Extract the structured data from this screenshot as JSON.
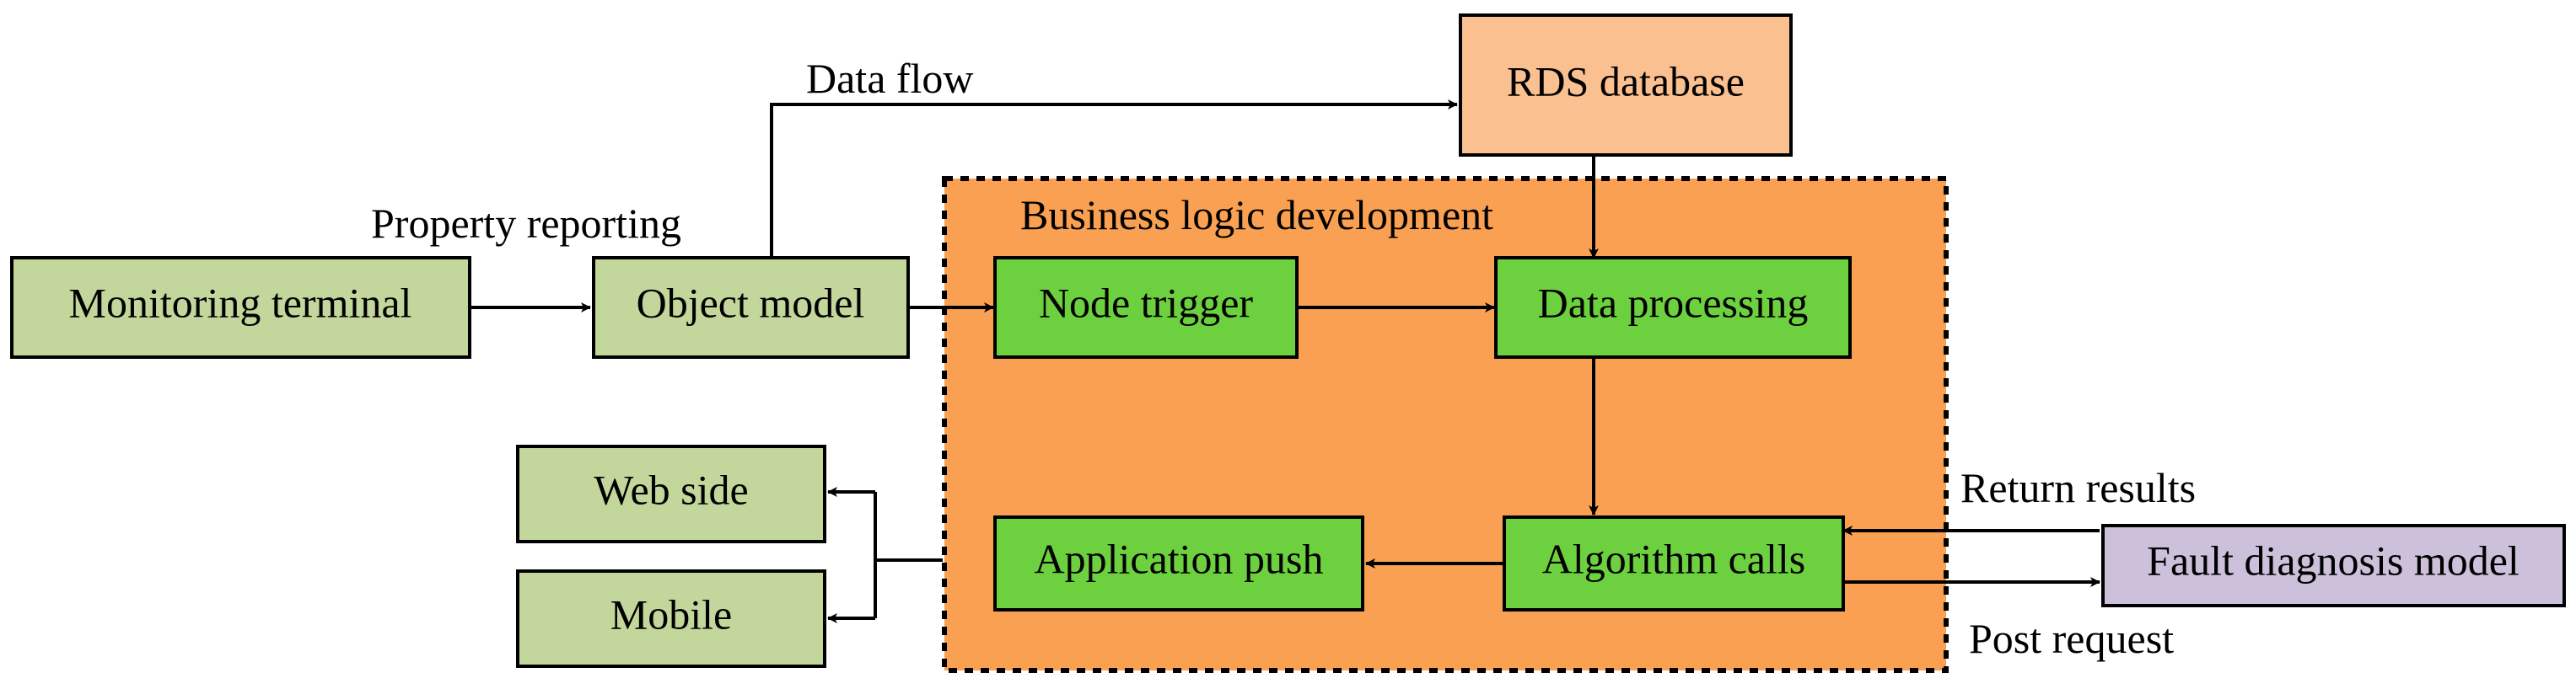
{
  "colors": {
    "terminal_green": "#c3d69b",
    "process_green": "#6dd13f",
    "database_peach": "#fac090",
    "business_orange": "#f9a052",
    "fault_lavender": "#ccc0da",
    "line": "#000000"
  },
  "nodes": {
    "monitoring_terminal": "Monitoring terminal",
    "object_model": "Object model",
    "rds_database": "RDS database",
    "node_trigger": "Node trigger",
    "data_processing": "Data processing",
    "algorithm_calls": "Algorithm calls",
    "application_push": "Application push",
    "web_side": "Web side",
    "mobile": "Mobile",
    "fault_diagnosis_model": "Fault diagnosis model"
  },
  "group": {
    "business_logic": "Business logic development"
  },
  "edges": {
    "property_reporting": "Property reporting",
    "data_flow": "Data flow",
    "return_results": "Return results",
    "post_request": "Post request"
  }
}
